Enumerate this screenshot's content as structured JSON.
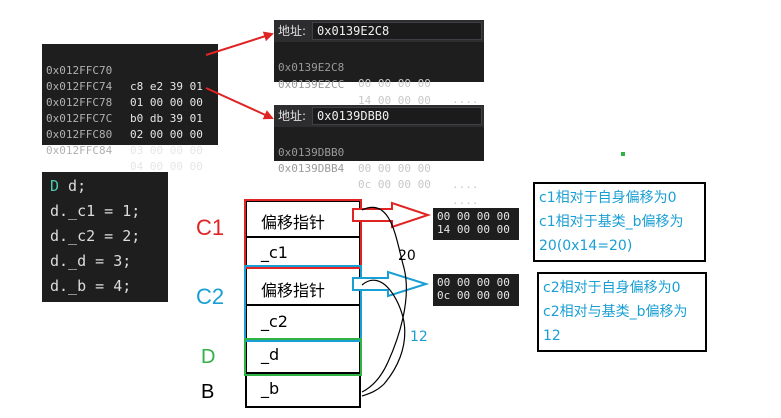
{
  "memory_panel": {
    "rows": [
      {
        "addr": "0x012FFC70",
        "bytes": "c8 e2 39 01"
      },
      {
        "addr": "0x012FFC74",
        "bytes": "01 00 00 00"
      },
      {
        "addr": "0x012FFC78",
        "bytes": "b0 db 39 01"
      },
      {
        "addr": "0x012FFC7C",
        "bytes": "02 00 00 00"
      },
      {
        "addr": "0x012FFC80",
        "bytes": "03 00 00 00"
      },
      {
        "addr": "0x012FFC84",
        "bytes": "04 00 00 00"
      }
    ]
  },
  "memory_window_1": {
    "address_label": "地址:",
    "address_value": "0x0139E2C8",
    "rows": [
      {
        "addr": "0x0139E2C8",
        "bytes": "00 00 00 00",
        "ascii": "...."
      },
      {
        "addr": "0x0139E2CC",
        "bytes": "14 00 00 00",
        "ascii": "...."
      }
    ]
  },
  "memory_window_2": {
    "address_label": "地址:",
    "address_value": "0x0139DBB0",
    "rows": [
      {
        "addr": "0x0139DBB0",
        "bytes": "00 00 00 00",
        "ascii": "...."
      },
      {
        "addr": "0x0139DBB4",
        "bytes": "0c 00 00 00",
        "ascii": "...."
      }
    ]
  },
  "code": {
    "decl_type": "D",
    "decl_rest": " d;",
    "lines": [
      "d._c1 = 1;",
      "d._c2 = 2;",
      "d._d = 3;",
      "d._b = 4;"
    ]
  },
  "layout_labels": {
    "c1": "C1",
    "c2": "C2",
    "d": "D",
    "b": "B"
  },
  "object_cells": {
    "c1_ptr": "偏移指针",
    "c1_member": "_c1",
    "c2_ptr": "偏移指针",
    "c2_member": "_c2",
    "d_member": "_d",
    "b_member": "_b"
  },
  "offset_tables": {
    "c1": [
      "00 00 00 00",
      "14 00 00 00"
    ],
    "c2": [
      "00 00 00 00",
      "0c 00 00 00"
    ]
  },
  "offset_annotations": {
    "c1_to_b": "20",
    "c2_to_b": "12"
  },
  "notes": {
    "c1": [
      "c1相对于自身偏移为0",
      "c1相对于基类_b偏移为",
      "20(0x14=20)"
    ],
    "c2": [
      "c2相对于自身偏移为0",
      "c2相对与基类_b偏移为",
      "12"
    ]
  },
  "colors": {
    "c1": "#e02424",
    "c2": "#1a9fd4",
    "d": "#2fb344",
    "b": "#000000",
    "note_text": "#1a9fd4",
    "code_type": "#4ec9b0"
  }
}
